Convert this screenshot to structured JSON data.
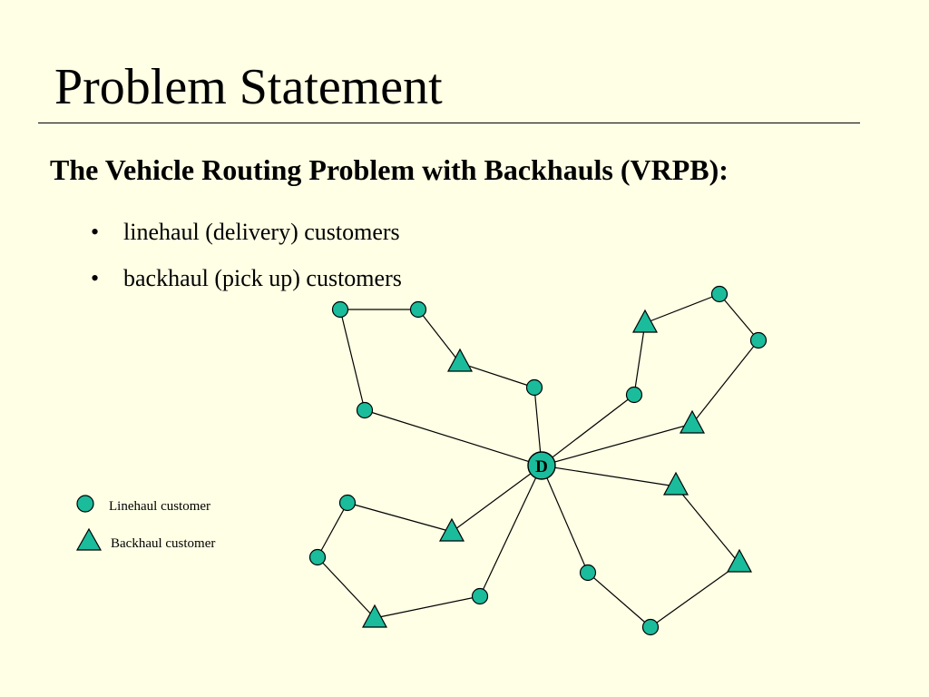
{
  "slide": {
    "title": "Problem Statement",
    "subtitle": "The Vehicle Routing Problem with Backhauls (VRPB):",
    "bullets": [
      "linehaul (delivery) customers",
      "backhaul (pick up) customers"
    ]
  },
  "diagram": {
    "depot_label": "D",
    "colors": {
      "node_fill": "#1ABC9C",
      "stroke": "#000000",
      "background": "#FFFFE5"
    },
    "legend": [
      {
        "shape": "circle",
        "label": "Linehaul customer"
      },
      {
        "shape": "triangle",
        "label": "Backhaul customer"
      }
    ]
  }
}
